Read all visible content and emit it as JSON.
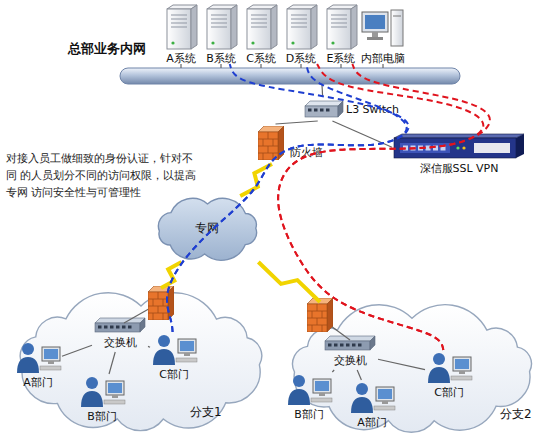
{
  "diagram": {
    "nodes": [
      {
        "text": [
          "A系统"
        ]
      },
      {
        "text": [
          "B系统"
        ]
      },
      {
        "text": [
          "C系统"
        ]
      },
      {
        "text": [
          "D系统"
        ]
      },
      {
        "text": [
          "E系统"
        ]
      },
      {
        "text": [
          "内部电脑"
        ]
      },
      {
        "text": [
          "总部业务内网"
        ]
      },
      {
        "text": [
          "L3 Switch"
        ]
      },
      {
        "text": [
          "防火墙"
        ]
      },
      {
        "text": [
          "深信服SSL VPN"
        ]
      },
      {
        "text": [
          "专网"
        ]
      },
      {
        "text": [
          "分支1"
        ]
      },
      {
        "text": [
          "交换机"
        ],
        "in": 11
      },
      {
        "text": [
          "A部门"
        ],
        "in": 11
      },
      {
        "text": [
          "B部门"
        ],
        "in": 11
      },
      {
        "text": [
          "C部门"
        ],
        "in": 11
      },
      {
        "text": [
          "分支2"
        ]
      },
      {
        "text": [
          "交换机"
        ],
        "in": 16
      },
      {
        "text": [
          "B部门"
        ],
        "in": 16
      },
      {
        "text": [
          "A部门"
        ],
        "in": 16
      },
      {
        "text": [
          "C部门"
        ],
        "in": 16
      }
    ],
    "edges": [
      {
        "from": 0,
        "to": 6,
        "arrow": "none"
      },
      {
        "from": 1,
        "to": 6,
        "arrow": "none"
      },
      {
        "from": 2,
        "to": 6,
        "arrow": "none"
      },
      {
        "from": 3,
        "to": 6,
        "arrow": "none"
      },
      {
        "from": 4,
        "to": 6,
        "arrow": "none"
      },
      {
        "from": 5,
        "to": 6,
        "arrow": "none"
      },
      {
        "from": 6,
        "to": 7,
        "arrow": "none"
      },
      {
        "from": 7,
        "to": 8,
        "arrow": "none"
      },
      {
        "from": 7,
        "to": 9,
        "arrow": "none"
      },
      {
        "from": 8,
        "to": 10,
        "arrow": "none"
      },
      {
        "from": 10,
        "to": 11,
        "arrow": "none"
      },
      {
        "from": 10,
        "to": 16,
        "arrow": "none"
      },
      {
        "from": 12,
        "to": 13,
        "arrow": "none"
      },
      {
        "from": 12,
        "to": 14,
        "arrow": "none"
      },
      {
        "from": 12,
        "to": 15,
        "arrow": "none"
      },
      {
        "from": 17,
        "to": 18,
        "arrow": "none"
      },
      {
        "from": 17,
        "to": 19,
        "arrow": "none"
      },
      {
        "from": 17,
        "to": 20,
        "arrow": "none"
      },
      {
        "from": 15,
        "to": 1,
        "arrow": "none"
      },
      {
        "from": 15,
        "to": 3,
        "arrow": "none"
      },
      {
        "from": 20,
        "to": 3,
        "arrow": "none"
      },
      {
        "from": 20,
        "to": 4,
        "arrow": "none"
      }
    ],
    "labels": [
      "对接入员工做细致的身份认证，针对不同 的人员划分不同的访问权限，以提高专网 访问安全性与可管理性"
    ]
  }
}
